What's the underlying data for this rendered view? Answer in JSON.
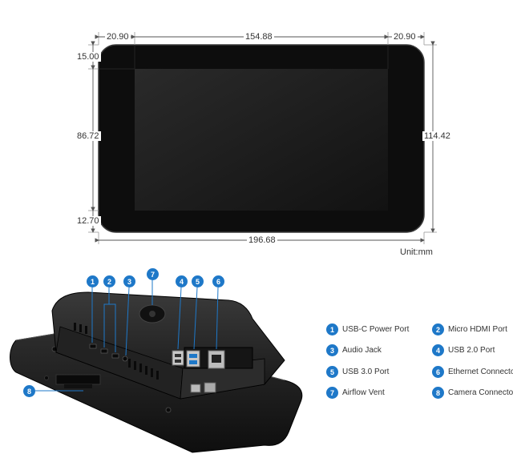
{
  "dimensions": {
    "top_left": "20.90",
    "top_center": "154.88",
    "top_right": "20.90",
    "left_top": "15.00",
    "left_middle": "86.72",
    "left_bottom": "12.70",
    "right_height": "114.42",
    "bottom_width": "196.68",
    "unit": "Unit:mm"
  },
  "callouts": [
    "1",
    "2",
    "3",
    "7",
    "4",
    "5",
    "6",
    "8"
  ],
  "legend": [
    {
      "num": "1",
      "label": "USB-C Power Port"
    },
    {
      "num": "2",
      "label": "Micro HDMI Port"
    },
    {
      "num": "3",
      "label": "Audio Jack"
    },
    {
      "num": "4",
      "label": "USB 2.0 Port"
    },
    {
      "num": "5",
      "label": "USB 3.0 Port"
    },
    {
      "num": "6",
      "label": "Ethernet Connector"
    },
    {
      "num": "7",
      "label": "Airflow Vent"
    },
    {
      "num": "8",
      "label": "Camera Connector"
    }
  ],
  "colors": {
    "accent": "#1e78c8",
    "screen_bezel": "#0d0d0d",
    "screen_display": "#1a1a1a",
    "case": "#262626"
  }
}
